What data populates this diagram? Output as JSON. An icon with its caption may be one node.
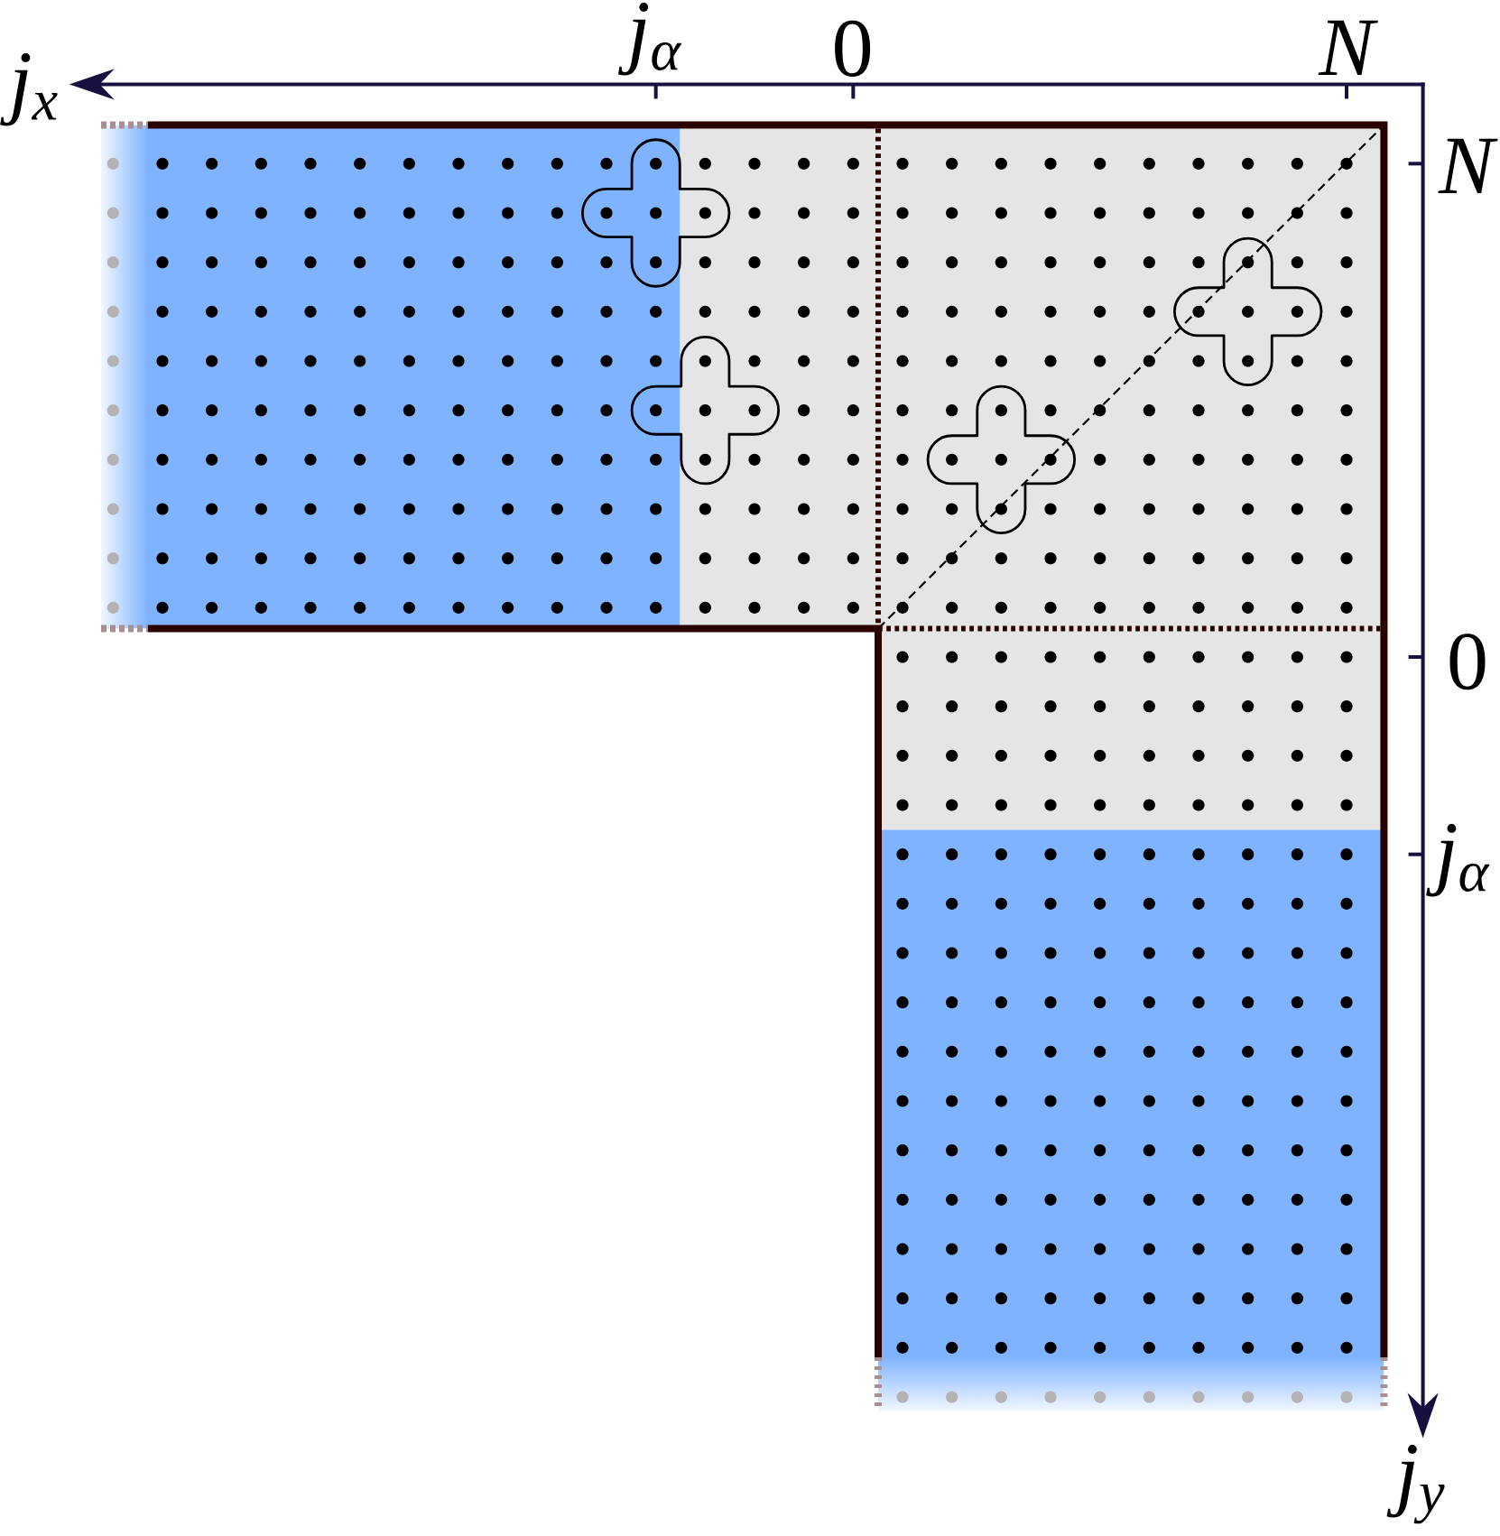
{
  "diagram": {
    "labels": [
      "j$_{x}$",
      "j$_{α}$",
      "0",
      "N",
      "N",
      "0",
      "j$_{α}$",
      "j$_{y}$"
    ]
  }
}
